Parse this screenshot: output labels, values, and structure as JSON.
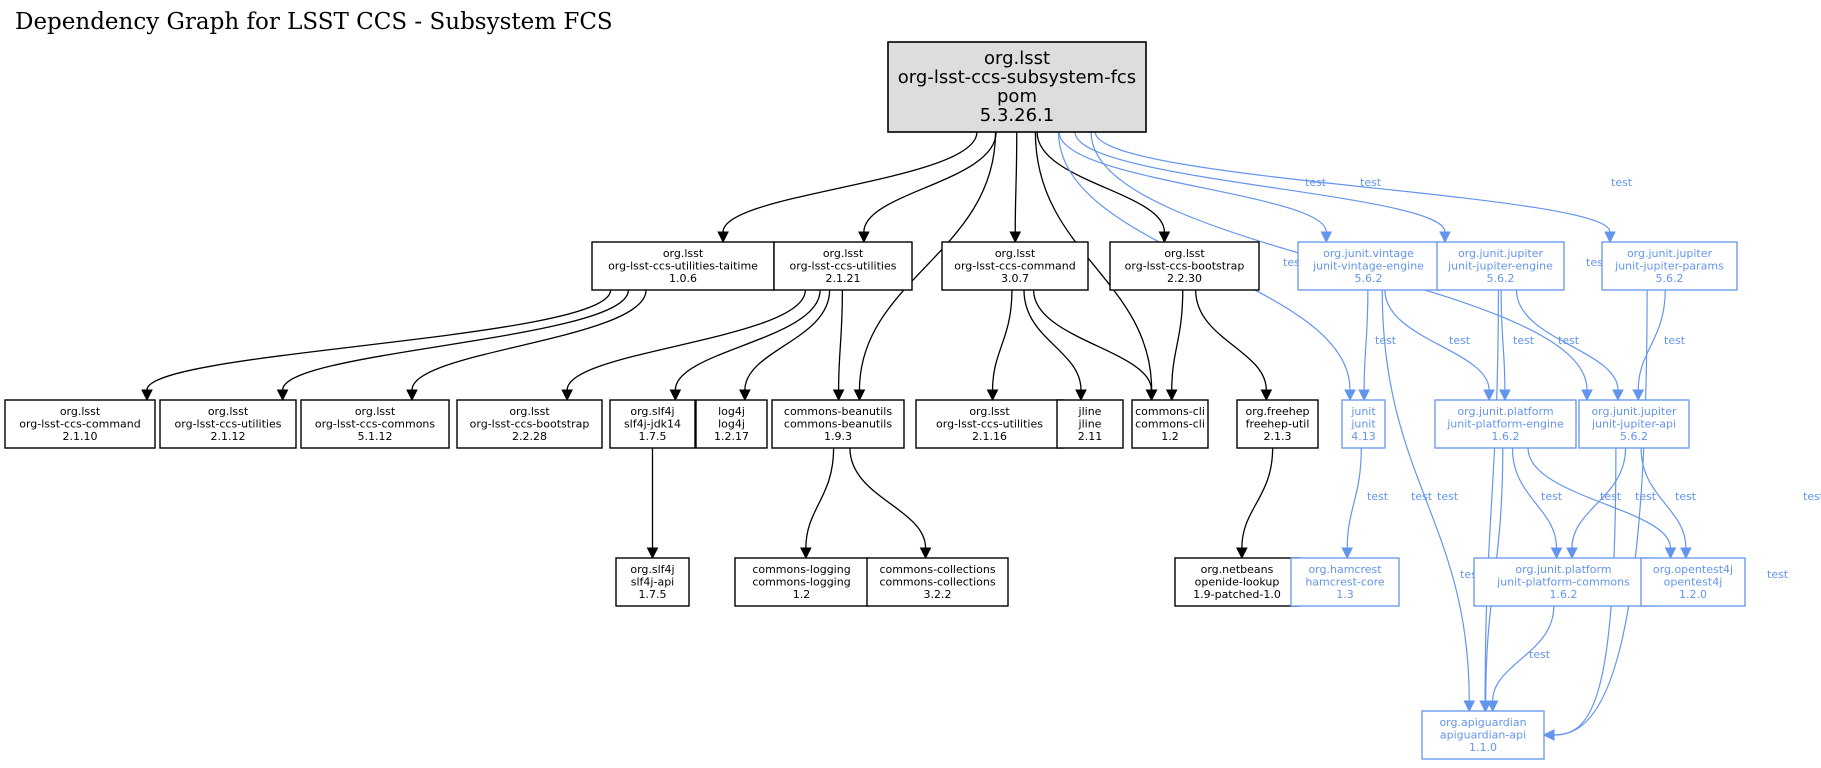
{
  "title": "Dependency Graph for LSST CCS - Subsystem FCS",
  "colors": {
    "compile": "#000000",
    "test": "#6495ed",
    "root_fill": "#dddddd"
  },
  "nodes": [
    {
      "id": "root",
      "lines": [
        "org.lsst",
        "org-lsst-ccs-subsystem-fcs",
        "pom",
        "5.3.26.1"
      ],
      "kind": "root"
    },
    {
      "id": "taitime",
      "lines": [
        "org.lsst",
        "org-lsst-ccs-utilities-taitime",
        "1.0.6"
      ],
      "kind": "compile"
    },
    {
      "id": "utilities2121",
      "lines": [
        "org.lsst",
        "org-lsst-ccs-utilities",
        "2.1.21"
      ],
      "kind": "compile"
    },
    {
      "id": "command307",
      "lines": [
        "org.lsst",
        "org-lsst-ccs-command",
        "3.0.7"
      ],
      "kind": "compile"
    },
    {
      "id": "bootstrap2230",
      "lines": [
        "org.lsst",
        "org-lsst-ccs-bootstrap",
        "2.2.30"
      ],
      "kind": "compile"
    },
    {
      "id": "vintage",
      "lines": [
        "org.junit.vintage",
        "junit-vintage-engine",
        "5.6.2"
      ],
      "kind": "test"
    },
    {
      "id": "jupiterengine",
      "lines": [
        "org.junit.jupiter",
        "junit-jupiter-engine",
        "5.6.2"
      ],
      "kind": "test"
    },
    {
      "id": "jupiterparams",
      "lines": [
        "org.junit.jupiter",
        "junit-jupiter-params",
        "5.6.2"
      ],
      "kind": "test"
    },
    {
      "id": "command2110",
      "lines": [
        "org.lsst",
        "org-lsst-ccs-command",
        "2.1.10"
      ],
      "kind": "compile"
    },
    {
      "id": "utilities2112",
      "lines": [
        "org.lsst",
        "org-lsst-ccs-utilities",
        "2.1.12"
      ],
      "kind": "compile"
    },
    {
      "id": "commons5112",
      "lines": [
        "org.lsst",
        "org-lsst-ccs-commons",
        "5.1.12"
      ],
      "kind": "compile"
    },
    {
      "id": "bootstrap2228",
      "lines": [
        "org.lsst",
        "org-lsst-ccs-bootstrap",
        "2.2.28"
      ],
      "kind": "compile"
    },
    {
      "id": "slf4jjdk",
      "lines": [
        "org.slf4j",
        "slf4j-jdk14",
        "1.7.5"
      ],
      "kind": "compile"
    },
    {
      "id": "log4j",
      "lines": [
        "log4j",
        "log4j",
        "1.2.17"
      ],
      "kind": "compile"
    },
    {
      "id": "beanutils",
      "lines": [
        "commons-beanutils",
        "commons-beanutils",
        "1.9.3"
      ],
      "kind": "compile"
    },
    {
      "id": "utilities2116",
      "lines": [
        "org.lsst",
        "org-lsst-ccs-utilities",
        "2.1.16"
      ],
      "kind": "compile"
    },
    {
      "id": "jline",
      "lines": [
        "jline",
        "jline",
        "2.11"
      ],
      "kind": "compile"
    },
    {
      "id": "commonscli",
      "lines": [
        "commons-cli",
        "commons-cli",
        "1.2"
      ],
      "kind": "compile"
    },
    {
      "id": "freehep",
      "lines": [
        "org.freehep",
        "freehep-util",
        "2.1.3"
      ],
      "kind": "compile"
    },
    {
      "id": "junit",
      "lines": [
        "junit",
        "junit",
        "4.13"
      ],
      "kind": "test"
    },
    {
      "id": "platformengine",
      "lines": [
        "org.junit.platform",
        "junit-platform-engine",
        "1.6.2"
      ],
      "kind": "test"
    },
    {
      "id": "jupiterapi",
      "lines": [
        "org.junit.jupiter",
        "junit-jupiter-api",
        "5.6.2"
      ],
      "kind": "test"
    },
    {
      "id": "slf4japi",
      "lines": [
        "org.slf4j",
        "slf4j-api",
        "1.7.5"
      ],
      "kind": "compile"
    },
    {
      "id": "logging",
      "lines": [
        "commons-logging",
        "commons-logging",
        "1.2"
      ],
      "kind": "compile"
    },
    {
      "id": "collections",
      "lines": [
        "commons-collections",
        "commons-collections",
        "3.2.2"
      ],
      "kind": "compile"
    },
    {
      "id": "openide",
      "lines": [
        "org.netbeans",
        "openide-lookup",
        "1.9-patched-1.0"
      ],
      "kind": "compile"
    },
    {
      "id": "hamcrest",
      "lines": [
        "org.hamcrest",
        "hamcrest-core",
        "1.3"
      ],
      "kind": "test"
    },
    {
      "id": "platformcommons",
      "lines": [
        "org.junit.platform",
        "junit-platform-commons",
        "1.6.2"
      ],
      "kind": "test"
    },
    {
      "id": "opentest4j",
      "lines": [
        "org.opentest4j",
        "opentest4j",
        "1.2.0"
      ],
      "kind": "test"
    },
    {
      "id": "apiguardian",
      "lines": [
        "org.apiguardian",
        "apiguardian-api",
        "1.1.0"
      ],
      "kind": "test"
    }
  ],
  "edges": [
    {
      "from": "root",
      "to": "taitime",
      "label": ""
    },
    {
      "from": "root",
      "to": "utilities2121",
      "label": ""
    },
    {
      "from": "root",
      "to": "beanutils",
      "label": ""
    },
    {
      "from": "root",
      "to": "command307",
      "label": ""
    },
    {
      "from": "root",
      "to": "commonscli",
      "label": ""
    },
    {
      "from": "root",
      "to": "bootstrap2230",
      "label": ""
    },
    {
      "from": "root",
      "to": "junit",
      "label": "test"
    },
    {
      "from": "root",
      "to": "vintage",
      "label": "test"
    },
    {
      "from": "root",
      "to": "jupiterengine",
      "label": "test"
    },
    {
      "from": "root",
      "to": "jupiterapi",
      "label": "test"
    },
    {
      "from": "root",
      "to": "jupiterparams",
      "label": "test"
    },
    {
      "from": "taitime",
      "to": "command2110",
      "label": ""
    },
    {
      "from": "taitime",
      "to": "utilities2112",
      "label": ""
    },
    {
      "from": "taitime",
      "to": "commons5112",
      "label": ""
    },
    {
      "from": "utilities2121",
      "to": "bootstrap2228",
      "label": ""
    },
    {
      "from": "utilities2121",
      "to": "slf4jjdk",
      "label": ""
    },
    {
      "from": "utilities2121",
      "to": "log4j",
      "label": ""
    },
    {
      "from": "utilities2121",
      "to": "beanutils",
      "label": ""
    },
    {
      "from": "command307",
      "to": "utilities2116",
      "label": ""
    },
    {
      "from": "command307",
      "to": "jline",
      "label": ""
    },
    {
      "from": "command307",
      "to": "commonscli",
      "label": ""
    },
    {
      "from": "bootstrap2230",
      "to": "commonscli",
      "label": ""
    },
    {
      "from": "bootstrap2230",
      "to": "freehep",
      "label": ""
    },
    {
      "from": "slf4jjdk",
      "to": "slf4japi",
      "label": ""
    },
    {
      "from": "beanutils",
      "to": "logging",
      "label": ""
    },
    {
      "from": "beanutils",
      "to": "collections",
      "label": ""
    },
    {
      "from": "freehep",
      "to": "openide",
      "label": ""
    },
    {
      "from": "vintage",
      "to": "junit",
      "label": "test"
    },
    {
      "from": "vintage",
      "to": "platformengine",
      "label": "test"
    },
    {
      "from": "vintage",
      "to": "apiguardian",
      "label": "test"
    },
    {
      "from": "jupiterengine",
      "to": "platformengine",
      "label": "test"
    },
    {
      "from": "jupiterengine",
      "to": "jupiterapi",
      "label": "test"
    },
    {
      "from": "jupiterengine",
      "to": "apiguardian",
      "label": "test"
    },
    {
      "from": "jupiterparams",
      "to": "jupiterapi",
      "label": "test"
    },
    {
      "from": "jupiterparams",
      "to": "apiguardian",
      "label": "test"
    },
    {
      "from": "junit",
      "to": "hamcrest",
      "label": "test"
    },
    {
      "from": "platformengine",
      "to": "platformcommons",
      "label": "test"
    },
    {
      "from": "platformengine",
      "to": "opentest4j",
      "label": "test"
    },
    {
      "from": "platformengine",
      "to": "apiguardian",
      "label": "test"
    },
    {
      "from": "jupiterapi",
      "to": "platformcommons",
      "label": "test"
    },
    {
      "from": "jupiterapi",
      "to": "opentest4j",
      "label": "test"
    },
    {
      "from": "jupiterapi",
      "to": "apiguardian",
      "label": "test"
    },
    {
      "from": "platformcommons",
      "to": "apiguardian",
      "label": "test"
    }
  ]
}
